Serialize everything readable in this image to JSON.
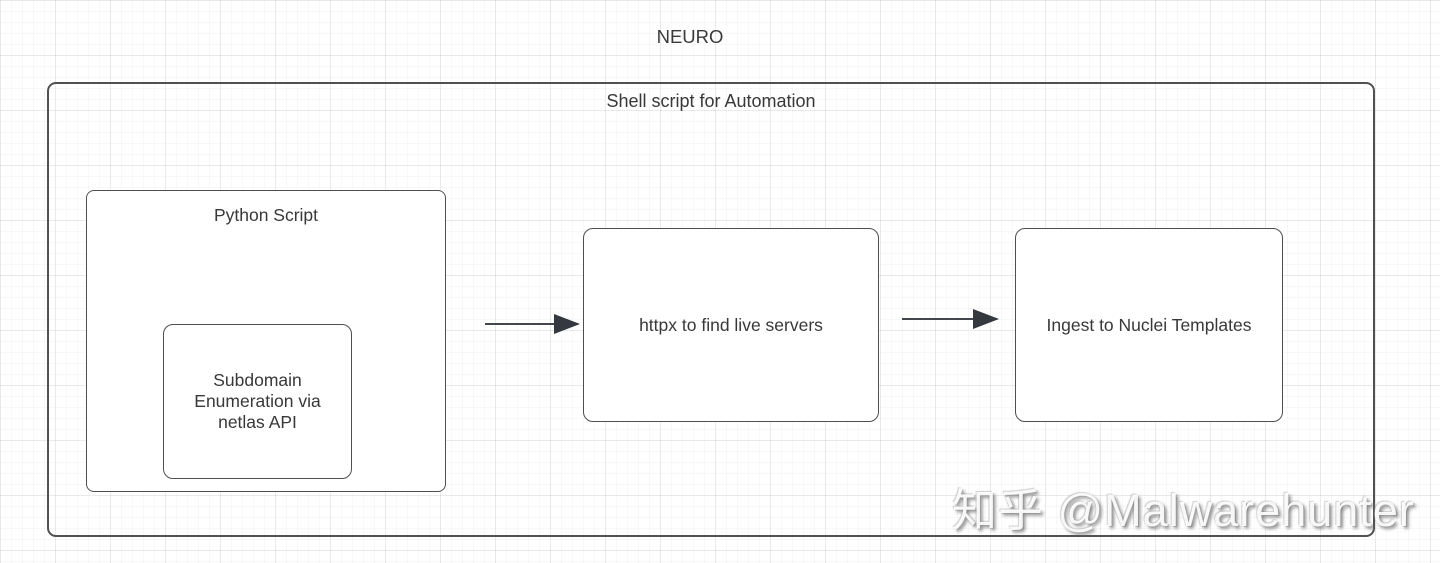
{
  "page_title": "NEURO",
  "container": {
    "label": "Shell script for Automation"
  },
  "nodes": {
    "python_script": {
      "label": "Python Script"
    },
    "subdomain_enum": {
      "label": "Subdomain Enumeration via netlas API"
    },
    "httpx": {
      "label": "httpx to find live servers"
    },
    "nuclei": {
      "label": "Ingest to Nuclei Templates"
    }
  },
  "flow": {
    "edges": [
      {
        "from": "Python Script",
        "to": "httpx to find live servers"
      },
      {
        "from": "httpx to find live servers",
        "to": "Ingest to Nuclei Templates"
      }
    ]
  },
  "watermark": {
    "text": "知乎 @Malwarehunter"
  },
  "colors": {
    "background": "#ffffff",
    "grid_major": "#f1f1f1",
    "grid_minor": "#f8f8f8",
    "box_stroke": "#4f4f4f",
    "container_stroke": "#515151",
    "arrow": "#35393f",
    "text": "#383838",
    "node_fill": "#ffffff"
  }
}
